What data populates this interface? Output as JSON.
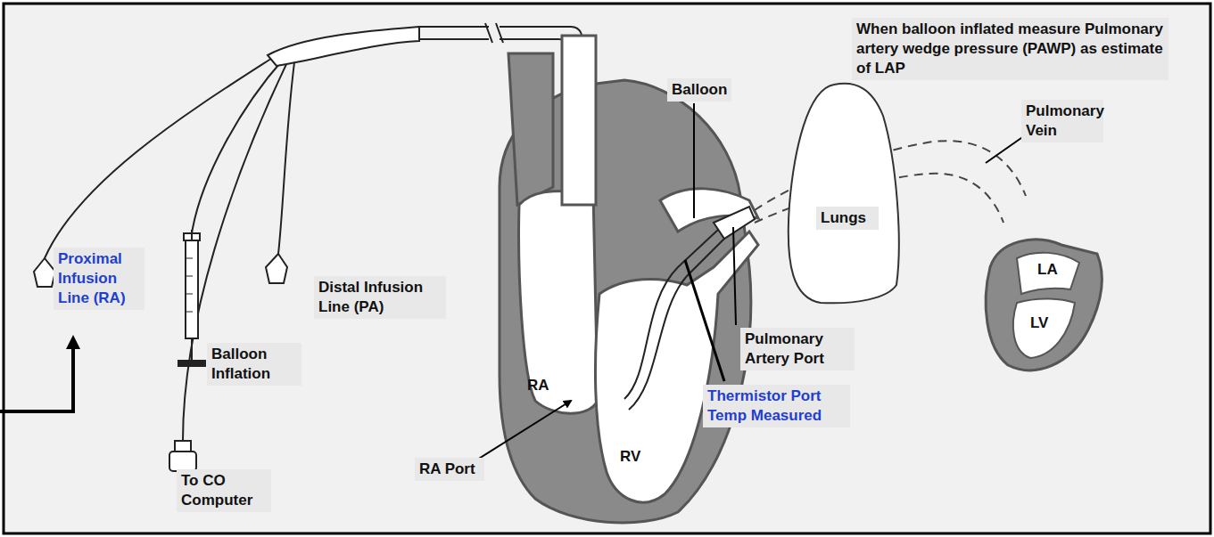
{
  "diagram": {
    "labels": [
      "When balloon inflated measure Pulmonary artery wedge pressure (PAWP) as estimate of LAP",
      "Balloon",
      "Pulmonary Vein",
      "Lungs",
      "LA",
      "LV",
      "Proximal Infusion Line (RA)",
      "Distal Infusion Line (PA)",
      "Balloon Inflation",
      "Pulmonary Artery Port",
      "Thermistor Port Temp Measured",
      "RA",
      "RV",
      "RA Port",
      "To CO Computer"
    ]
  }
}
